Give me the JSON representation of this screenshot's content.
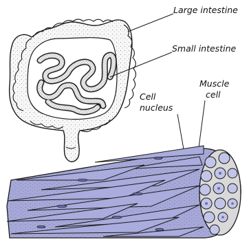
{
  "labels": {
    "large_intestine": "Large intestine",
    "small_intestine": "Small intestine",
    "cell_nucleus_line1": "Cell",
    "cell_nucleus_line2": "nucleus",
    "muscle_cell_line1": "Muscle",
    "muscle_cell_line2": "cell"
  },
  "colors": {
    "muscle_fill": "#a6a9d8",
    "muscle_fill_light": "#c3c5e8",
    "organ_fill": "#f4f4f4",
    "outline": "#1a1a1a",
    "cross_section_bg": "#d9d9d9"
  }
}
